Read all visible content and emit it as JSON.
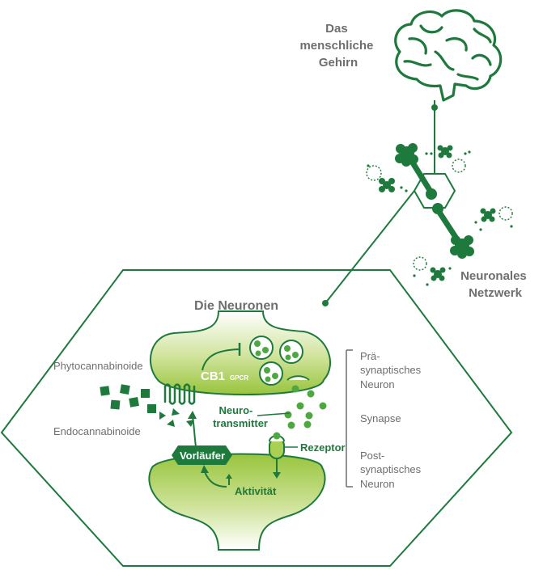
{
  "brain_label": [
    "Das",
    "menschliche",
    "Gehirn"
  ],
  "network_label": [
    "Neuronales",
    "Netzwerk"
  ],
  "neurons_title": "Die Neuronen",
  "cb1": "CB1",
  "gpcr": "GPCR",
  "phyto": "Phytocannabinoide",
  "endo": "Endocannabinoide",
  "neurotransmitter": [
    "Neuro-",
    "transmitter"
  ],
  "rezeptor": "Rezeptor",
  "vorlaeufer": "Vorläufer",
  "aktivitaet": "Aktivität",
  "presynaptic": [
    "Prä-",
    "synaptisches",
    "Neuron"
  ],
  "synapse": "Synapse",
  "postsynaptic": [
    "Post-",
    "synaptisches",
    "Neuron"
  ],
  "colors": {
    "green": "#1e7a3c",
    "light_green": "#a9cf53",
    "grey": "#6d6e70"
  }
}
